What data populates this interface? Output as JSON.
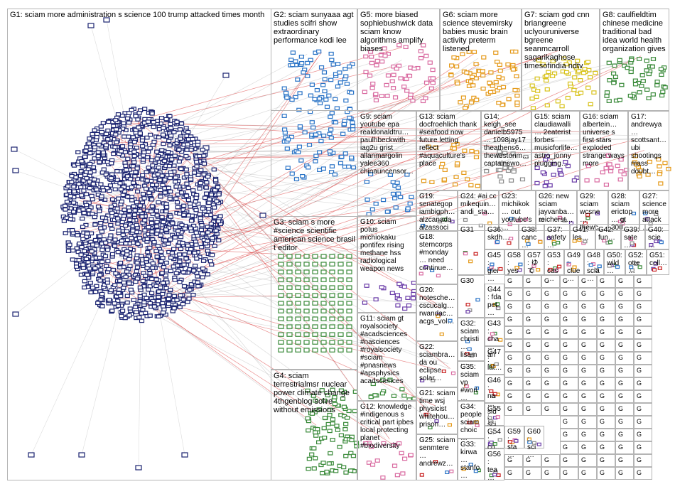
{
  "groups": [
    {
      "id": "G1",
      "label": "G1: sciam more administration s science 100 trump attacked times month"
    },
    {
      "id": "G2",
      "label": "G2: sciam sunyaaa agt studies scifri show extraordinary performance kodi lee"
    },
    {
      "id": "G5",
      "label": "G5: more biased sophiebushwick data sciam know algorithms amplify biases"
    },
    {
      "id": "G6",
      "label": "G6: sciam more science stevemirsky babies music brain activity preterm listened"
    },
    {
      "id": "G7",
      "label": "G7: sciam god cnn briangreene uclyouruniverse bgreene seanmcarroll sagarikaghose timesofindia ndtv"
    },
    {
      "id": "G8",
      "label": "G8: caulfieldtim chinese medicine traditional bad idea world health organization gives"
    },
    {
      "id": "G9",
      "label": "G9: sciam youtube epa realdonaldtru… paulhbeckwith iag2u grist allanmargolin yalee360 chinauncensor…"
    },
    {
      "id": "G13",
      "label": "G13: sciam docfroehlich thank #seafood now future letting reflect #aquaculture's place"
    },
    {
      "id": "G14",
      "label": "G14: keigh_see danielb5975… 1098jay17 theathens6… thewestonm… captainswo…"
    },
    {
      "id": "G15",
      "label": "G15: sciam claudiawalli… 2eaterist forbes musicforlife… astro_jonny plugging…"
    },
    {
      "id": "G16",
      "label": "G16: sciam albertein… universe s first stars exploded strange ways more"
    },
    {
      "id": "G17",
      "label": "G17: andrewya… scottsant… ubi shootings mass doubt…"
    },
    {
      "id": "G3",
      "label": "G3: sciam s more #science scientific american science brasil t editor"
    },
    {
      "id": "G10",
      "label": "G10: sciam potus michiokaku pontifex rising methane hss radiological weapon news"
    },
    {
      "id": "G19",
      "label": "G19: senategop iambigph… alzcanada alzassoci…"
    },
    {
      "id": "G24",
      "label": "G24: #ai cc mikequin… andi_sta…"
    },
    {
      "id": "G23",
      "label": "G23: michikok… out youtube's…"
    },
    {
      "id": "G26",
      "label": "G26: new sciam jayvanba… reicherst…"
    },
    {
      "id": "G29",
      "label": "G29: sciam wcsne… thewc…"
    },
    {
      "id": "G28",
      "label": "G28: sciam erictop… gt 300…"
    },
    {
      "id": "G27",
      "label": "G27: science more attack…"
    },
    {
      "id": "G18",
      "label": "G18: sterncorps #monday… need continue…"
    },
    {
      "id": "G31",
      "label": "G31"
    },
    {
      "id": "G36",
      "label": "G36: skdh…"
    },
    {
      "id": "G38",
      "label": "G38: canc…"
    },
    {
      "id": "G37",
      "label": "G37: safety…"
    },
    {
      "id": "G41",
      "label": "G41: les…"
    },
    {
      "id": "G42",
      "label": "G42: fun…"
    },
    {
      "id": "G39",
      "label": "G39: sate…"
    },
    {
      "id": "G40",
      "label": "G40: scie…"
    },
    {
      "id": "G45",
      "label": "G45: glei…"
    },
    {
      "id": "G58",
      "label": "G58: yes"
    },
    {
      "id": "G57",
      "label": "G57: ゆ て"
    },
    {
      "id": "G53",
      "label": "G53: cas…"
    },
    {
      "id": "G49",
      "label": "G49: clue…"
    },
    {
      "id": "G48",
      "label": "G48: scia…"
    },
    {
      "id": "G50",
      "label": "G50: wild…"
    },
    {
      "id": "G52",
      "label": "G52: otte…"
    },
    {
      "id": "G51",
      "label": "G51: coll…"
    },
    {
      "id": "G20",
      "label": "G20: notesche… cscucalg… rwandac… acgs_vol…"
    },
    {
      "id": "G30",
      "label": "G30"
    },
    {
      "id": "G44",
      "label": "G44: fda pet…"
    },
    {
      "id": "G11",
      "label": "G11: sciam gt royalsociety #acadsciences #nasciences #royalsociety #sciam #pnasnews #apsphysics acadsciences"
    },
    {
      "id": "G43",
      "label": "G43: cha… an…"
    },
    {
      "id": "G32",
      "label": "G32: sciam christi… lisam…"
    },
    {
      "id": "G22",
      "label": "G22: sciambra… da ou eclipse solar…"
    },
    {
      "id": "G47",
      "label": "G47: lat…"
    },
    {
      "id": "G4",
      "label": "G4: sciam terrestrialmsr nuclear power climate change 4thgenblog solve without emissions"
    },
    {
      "id": "G35",
      "label": "G35: sciam vp #worl…"
    },
    {
      "id": "G21",
      "label": "G21: sciam time wsj physicist whitehou… prison…"
    },
    {
      "id": "G46",
      "label": "G46: na… sid…"
    },
    {
      "id": "G12",
      "label": "G12: knowledge #indigenous s critical part ipbes local protecting planet #biodiversity"
    },
    {
      "id": "G34",
      "label": "G34: people sciam choic…"
    },
    {
      "id": "G55",
      "label": "G55: sci…"
    },
    {
      "id": "G25",
      "label": "G25: sciam senmtere… andrewz…"
    },
    {
      "id": "G33",
      "label": "G33: kirwa… stanfo…"
    },
    {
      "id": "G54",
      "label": "G54: co…"
    },
    {
      "id": "G56",
      "label": "G56: tea…"
    },
    {
      "id": "G59",
      "label": "G59: sta…"
    },
    {
      "id": "G60",
      "label": "G60: sci…"
    }
  ],
  "small_cell_label": "G",
  "colors": {
    "frame": "#b4b4b4",
    "edge": "#9a9a9a",
    "edge_red": "#d93030",
    "node_navy": "#1a2370",
    "node_blue": "#2a73c6",
    "node_green": "#3a8a3a",
    "node_orange": "#e59a1a",
    "node_yellow": "#d8c21a",
    "node_pink": "#d96aa0",
    "node_red": "#c82020",
    "node_purple": "#6a3ca8",
    "node_gray": "#8a8a8a"
  }
}
